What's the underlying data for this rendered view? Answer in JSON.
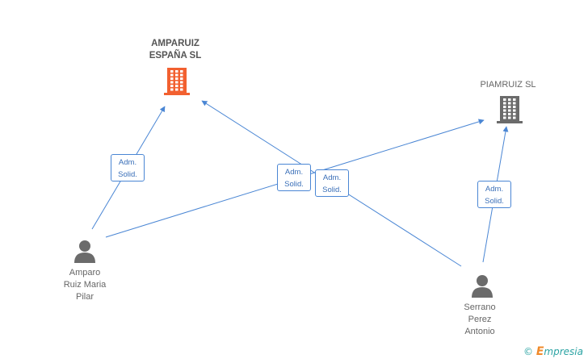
{
  "companies": [
    {
      "id": "amparuiz",
      "name_lines": [
        "AMPARUIZ",
        "ESPAÑA SL"
      ],
      "color": "#f26030",
      "highlight": true
    },
    {
      "id": "piamruiz",
      "name_lines": [
        "PIAMRUIZ SL"
      ],
      "color": "#6b6b6b",
      "highlight": false
    }
  ],
  "persons": [
    {
      "id": "amparo",
      "name_lines": [
        "Amparo",
        "Ruiz Maria",
        "Pilar"
      ],
      "color": "#6b6b6b"
    },
    {
      "id": "serrano",
      "name_lines": [
        "Serrano",
        "Perez",
        "Antonio"
      ],
      "color": "#6b6b6b"
    }
  ],
  "relations": [
    {
      "from": "amparo",
      "to": "amparuiz",
      "role_lines": [
        "Adm.",
        "Solid."
      ]
    },
    {
      "from": "amparo",
      "to": "piamruiz",
      "role_lines": [
        "Adm.",
        "Solid."
      ]
    },
    {
      "from": "serrano",
      "to": "amparuiz",
      "role_lines": [
        "Adm.",
        "Solid."
      ]
    },
    {
      "from": "serrano",
      "to": "piamruiz",
      "role_lines": [
        "Adm.",
        "Solid."
      ]
    }
  ],
  "edge_color": "#4a86d4",
  "footer": {
    "symbol": "©",
    "brand_first": "E",
    "brand_rest": "mpresia"
  }
}
